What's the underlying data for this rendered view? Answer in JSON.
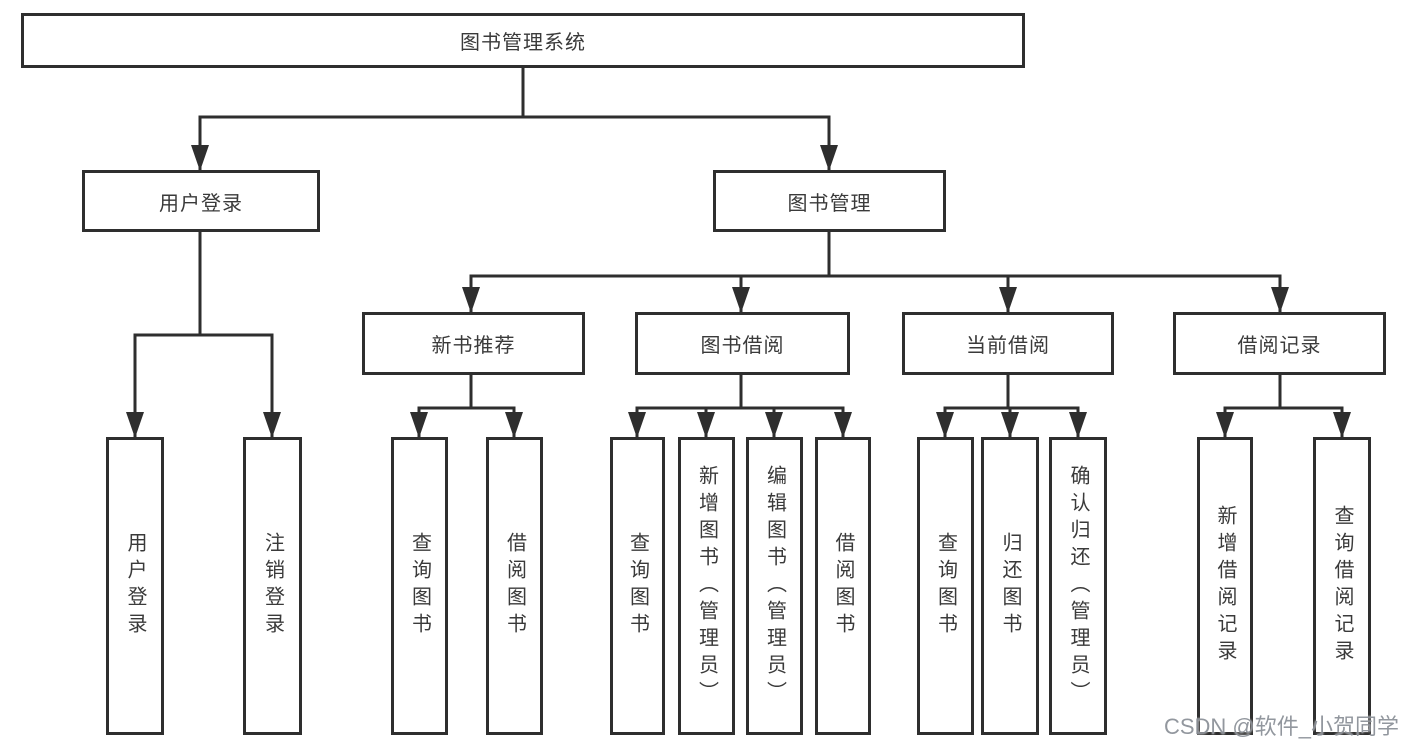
{
  "diagram": {
    "title": "图书管理系统",
    "tree": {
      "label": "图书管理系统",
      "children": [
        {
          "label": "用户登录",
          "children": [
            {
              "label": "用户登录"
            },
            {
              "label": "注销登录"
            }
          ]
        },
        {
          "label": "图书管理",
          "children": [
            {
              "label": "新书推荐",
              "children": [
                {
                  "label": "查询图书"
                },
                {
                  "label": "借阅图书"
                }
              ]
            },
            {
              "label": "图书借阅",
              "children": [
                {
                  "label": "查询图书"
                },
                {
                  "label": "新增图书（管理员）"
                },
                {
                  "label": "编辑图书（管理员）"
                },
                {
                  "label": "借阅图书"
                }
              ]
            },
            {
              "label": "当前借阅",
              "children": [
                {
                  "label": "查询图书"
                },
                {
                  "label": "归还图书"
                },
                {
                  "label": "确认归还（管理员）"
                }
              ]
            },
            {
              "label": "借阅记录",
              "children": [
                {
                  "label": "新增借阅记录"
                },
                {
                  "label": "查询借阅记录"
                }
              ]
            }
          ]
        }
      ]
    },
    "colors": {
      "line": "#2e2e2e",
      "text": "#3a3a3a",
      "watermark_text": "#8d9299",
      "background": "#ffffff"
    }
  },
  "watermark": "CSDN @软件_小贺同学"
}
